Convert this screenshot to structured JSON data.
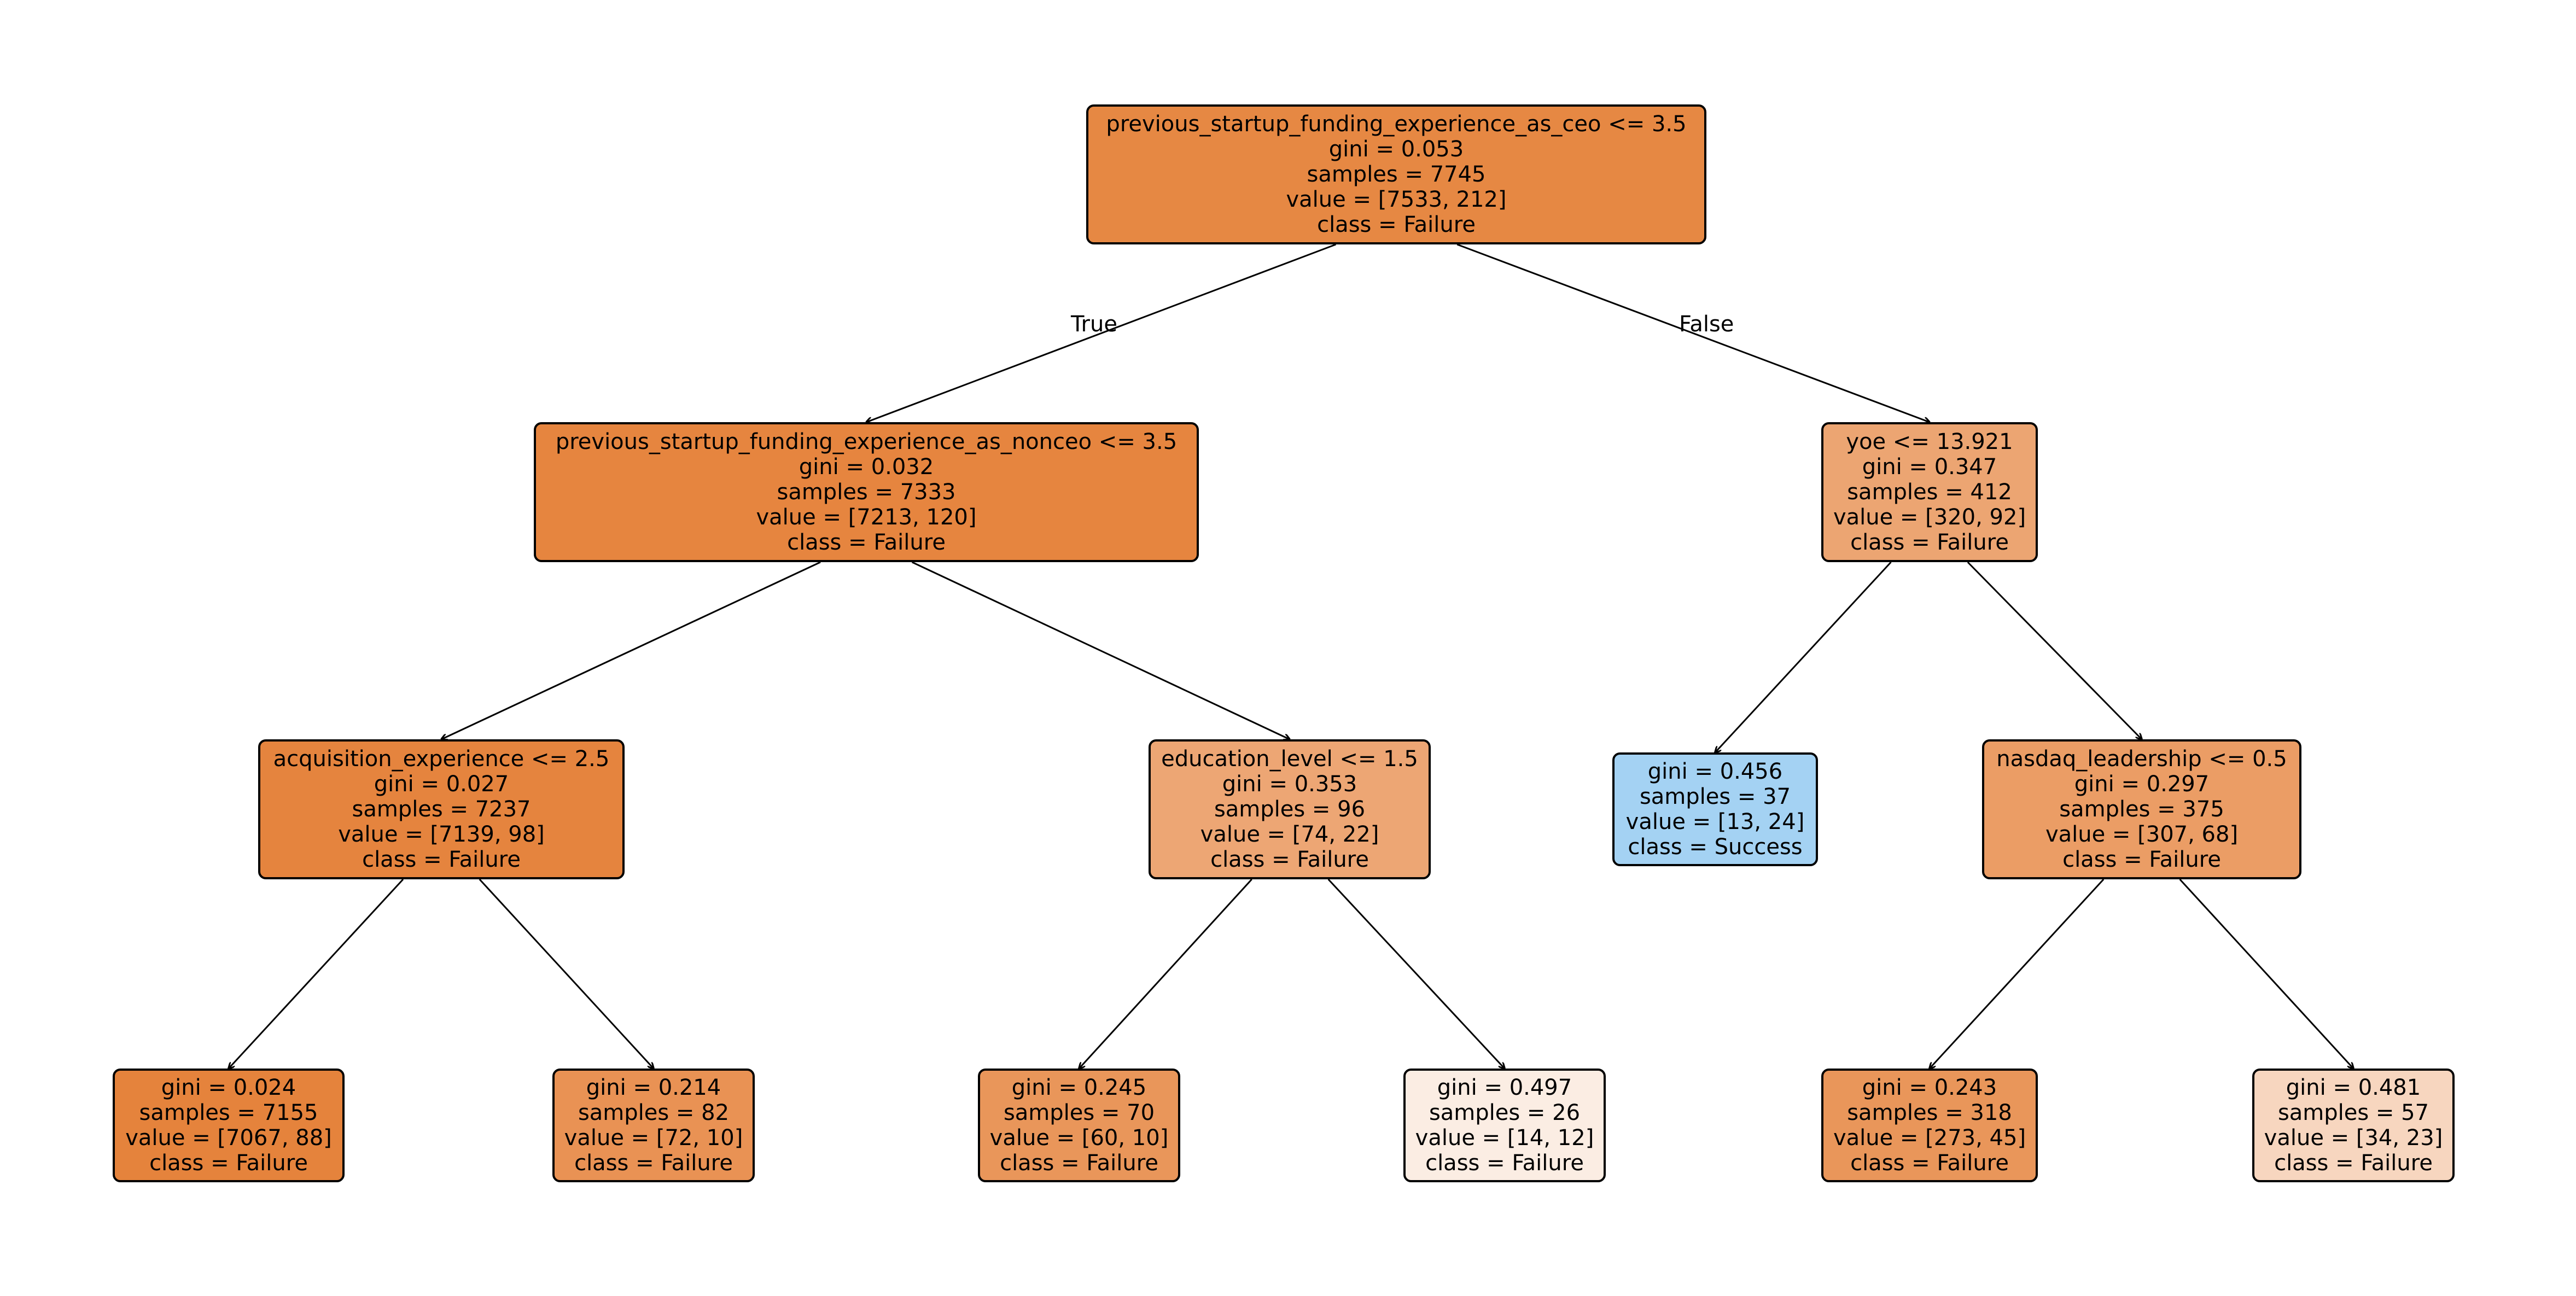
{
  "branch_labels": {
    "true": "True",
    "false": "False"
  },
  "nodes": {
    "root": {
      "lines": [
        "previous_startup_funding_experience_as_ceo <= 3.5",
        "gini = 0.053",
        "samples = 7745",
        "value = [7533, 212]",
        "class = Failure"
      ],
      "fill": "#e68843"
    },
    "l": {
      "lines": [
        "previous_startup_funding_experience_as_nonceo <= 3.5",
        "gini = 0.032",
        "samples = 7333",
        "value = [7213, 120]",
        "class = Failure"
      ],
      "fill": "#e6853f"
    },
    "r": {
      "lines": [
        "yoe <= 13.921",
        "gini = 0.347",
        "samples = 412",
        "value = [320, 92]",
        "class = Failure"
      ],
      "fill": "#eca572"
    },
    "ll": {
      "lines": [
        "acquisition_experience <= 2.5",
        "gini = 0.027",
        "samples = 7237",
        "value = [7139, 98]",
        "class = Failure"
      ],
      "fill": "#e5843e"
    },
    "lr": {
      "lines": [
        "education_level <= 1.5",
        "gini = 0.353",
        "samples = 96",
        "value = [74, 22]",
        "class = Failure"
      ],
      "fill": "#eda674"
    },
    "rl": {
      "lines": [
        "gini = 0.456",
        "samples = 37",
        "value = [13, 24]",
        "class = Success"
      ],
      "fill": "#a4d2f3"
    },
    "rr": {
      "lines": [
        "nasdaq_leadership <= 0.5",
        "gini = 0.297",
        "samples = 375",
        "value = [307, 68]",
        "class = Failure"
      ],
      "fill": "#eb9d65"
    },
    "lll": {
      "lines": [
        "gini = 0.024",
        "samples = 7155",
        "value = [7067, 88]",
        "class = Failure"
      ],
      "fill": "#e5833c"
    },
    "llr": {
      "lines": [
        "gini = 0.214",
        "samples = 82",
        "value = [72, 10]",
        "class = Failure"
      ],
      "fill": "#e99254"
    },
    "lrl": {
      "lines": [
        "gini = 0.245",
        "samples = 70",
        "value = [60, 10]",
        "class = Failure"
      ],
      "fill": "#e9965a"
    },
    "lrr": {
      "lines": [
        "gini = 0.497",
        "samples = 26",
        "value = [14, 12]",
        "class = Failure"
      ],
      "fill": "#fbede3"
    },
    "rrl": {
      "lines": [
        "gini = 0.243",
        "samples = 318",
        "value = [273, 45]",
        "class = Failure"
      ],
      "fill": "#e9965a"
    },
    "rrr": {
      "lines": [
        "gini = 0.481",
        "samples = 57",
        "value = [34, 23]",
        "class = Failure"
      ],
      "fill": "#f7d6bf"
    }
  }
}
